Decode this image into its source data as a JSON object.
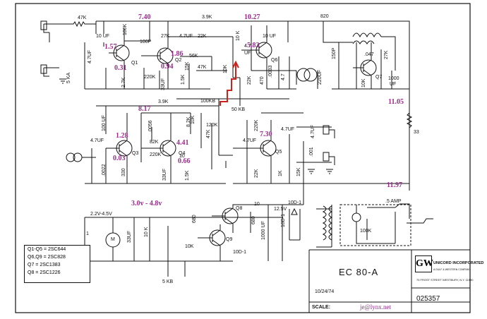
{
  "components": {
    "r_47k_in": "47K",
    "c_10uf_q1": "10 UF",
    "r_100k_q1": "100K",
    "r_5ka": "5 KA",
    "c_4_7uf_in": "4.7UF",
    "q1": "Q1",
    "c_100p": "100P",
    "r_27k": "27K",
    "c_4_7uf_top": "4.7UF",
    "r_22k_top": "22K",
    "r_3_9k_top": "3.9K",
    "q2": "Q2",
    "r_56k": "56K",
    "r_2_7k": "2.7K",
    "r_220k_q2": "220K",
    "c_33uf_q2": "33UF",
    "r_1_5k_q2": "1.5K",
    "r_47k_mid": "47K",
    "r_10k_q6": "10 K",
    "r_10k_pot": "10K",
    "c_4_7_q6": "4.7",
    "c_uf_q6": "UF",
    "q6": "Q6",
    "c_10uf_q6": "10 UF",
    "r_22k_q6": "22K",
    "r_470_q6": "470",
    "c_0033": ".0033",
    "c_4_7_q6b": "4.7",
    "r_820": "820",
    "c_150p": "150P",
    "c_047": ".047",
    "r_27k_q7": "27K",
    "q7": "Q7",
    "c_220uf": "220UF",
    "r_10k_q7": "10K",
    "c_1000uf_q7": "1000",
    "c_uf_q7": "UF",
    "r_33": "33",
    "r_100kb": "100KB",
    "r_50kb": "50 KB",
    "r_3_9k_q3": "3.9K",
    "c_100uf_q3": "100 UF",
    "c_0056": ".0056",
    "r_82k_q3": "82K",
    "r_8_2k": "8.2K",
    "r_47k_q4": "47K",
    "q3": "Q3",
    "q4": "Q4",
    "r_220k_q4": "220K",
    "c_33uf_q4": "33UF",
    "r_1_5k_q4": "1.5K",
    "c_4_7uf_q3": "4.7UF",
    "c_0022": ".0022",
    "r_330": "330",
    "r_10k_q4": "10K",
    "r_120k": "120K",
    "r_220k_q5": "220K",
    "c_4_7uf_q5": "4.7UF",
    "c_4_7uf_q5b": "4.7UF",
    "q5": "Q5",
    "c_001": ".001",
    "r_22k_q5": "22K",
    "r_1k_q5": "1K",
    "r_15k_q5": "15K",
    "c_4_7uf_q5c": "4.7UF",
    "r_ten": "10",
    "r_15k_top": "15K",
    "v_2_2_4_5": "2.2V-4.5V",
    "c_33uf_motor": "33UF",
    "motor": "M",
    "r_10k_low": "10 K",
    "r_680a": "680",
    "r_680b": "680",
    "q8": "Q8",
    "q9": "Q9",
    "r_10k_pot2": "10K",
    "r_5kb": "5 KB",
    "r_10": "10",
    "d_10d1_a": "10D-1",
    "d_10d1_b": "10D-1",
    "d_10d1_c": "10D-1",
    "v_12_5": "12.5V",
    "c_1000uf_ps": "1000 UF",
    "r_100k_ps": "100K",
    "fuse": ".5 AMP",
    "one_left": "1"
  },
  "voltages": {
    "v_7_40": "7.40",
    "v_1_57": "1.57",
    "v_0_31": "0.31",
    "v_0_94": "0.94",
    "v_1_86": "1.86",
    "v_10_27": "10.27",
    "v_5_83": "5.83",
    "v_8_17": "8.17",
    "v_1_28": "1.28",
    "v_0_03": "0.03",
    "v_4_41": "4.41",
    "v_0_66": "0.66",
    "v_7_30": "7.30",
    "v_11_05": "11.05",
    "v_11_97": "11.97",
    "v_3_0_4_8": "3.0v - 4.8v"
  },
  "legend": {
    "line1": "Q1-Q5 = 2SC644",
    "line2": "Q6,Q9 = 2SC828",
    "line3": "Q7 = 2SC1383",
    "line4": "Q8 = 2SC1226"
  },
  "title_block": {
    "model": "EC 80-A",
    "date": "10/24/74",
    "scale_label": "SCALE:",
    "email": "je@lynx.net",
    "logo": "GW",
    "company": "UNICORD INCORPORATED",
    "company_sub": "A GULF & WESTERN COMPANY",
    "address": "75 FROST STREET WESTBURY, N.Y. 11590",
    "drawing_no": "025357"
  },
  "colors": {
    "ink": "#111111",
    "voltage": "#9b2a8e",
    "mod_arrow": "#d0201a"
  }
}
